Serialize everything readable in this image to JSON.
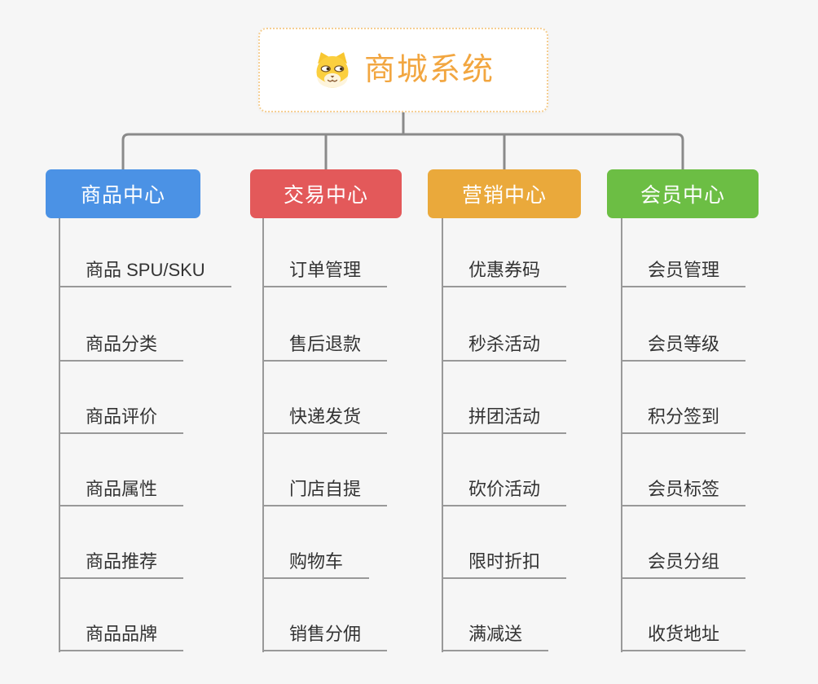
{
  "root": {
    "title": "商城系统",
    "icon": "dog-face",
    "text_color": "#F2A640",
    "border_color": "#F5CE92"
  },
  "colors": {
    "connector": "#8A8A8A",
    "underline": "#999999",
    "background": "#F6F6F6",
    "item_text": "#333333"
  },
  "branches": [
    {
      "id": "product-center",
      "label": "商品中心",
      "color": "#4B92E5",
      "items": [
        "商品 SPU/SKU",
        "商品分类",
        "商品评价",
        "商品属性",
        "商品推荐",
        "商品品牌"
      ]
    },
    {
      "id": "trade-center",
      "label": "交易中心",
      "color": "#E3595A",
      "items": [
        "订单管理",
        "售后退款",
        "快递发货",
        "门店自提",
        "购物车",
        "销售分佣"
      ]
    },
    {
      "id": "marketing-center",
      "label": "营销中心",
      "color": "#EAA93B",
      "items": [
        "优惠券码",
        "秒杀活动",
        "拼团活动",
        "砍价活动",
        "限时折扣",
        "满减送"
      ]
    },
    {
      "id": "member-center",
      "label": "会员中心",
      "color": "#6CBE44",
      "items": [
        "会员管理",
        "会员等级",
        "积分签到",
        "会员标签",
        "会员分组",
        "收货地址"
      ]
    }
  ]
}
